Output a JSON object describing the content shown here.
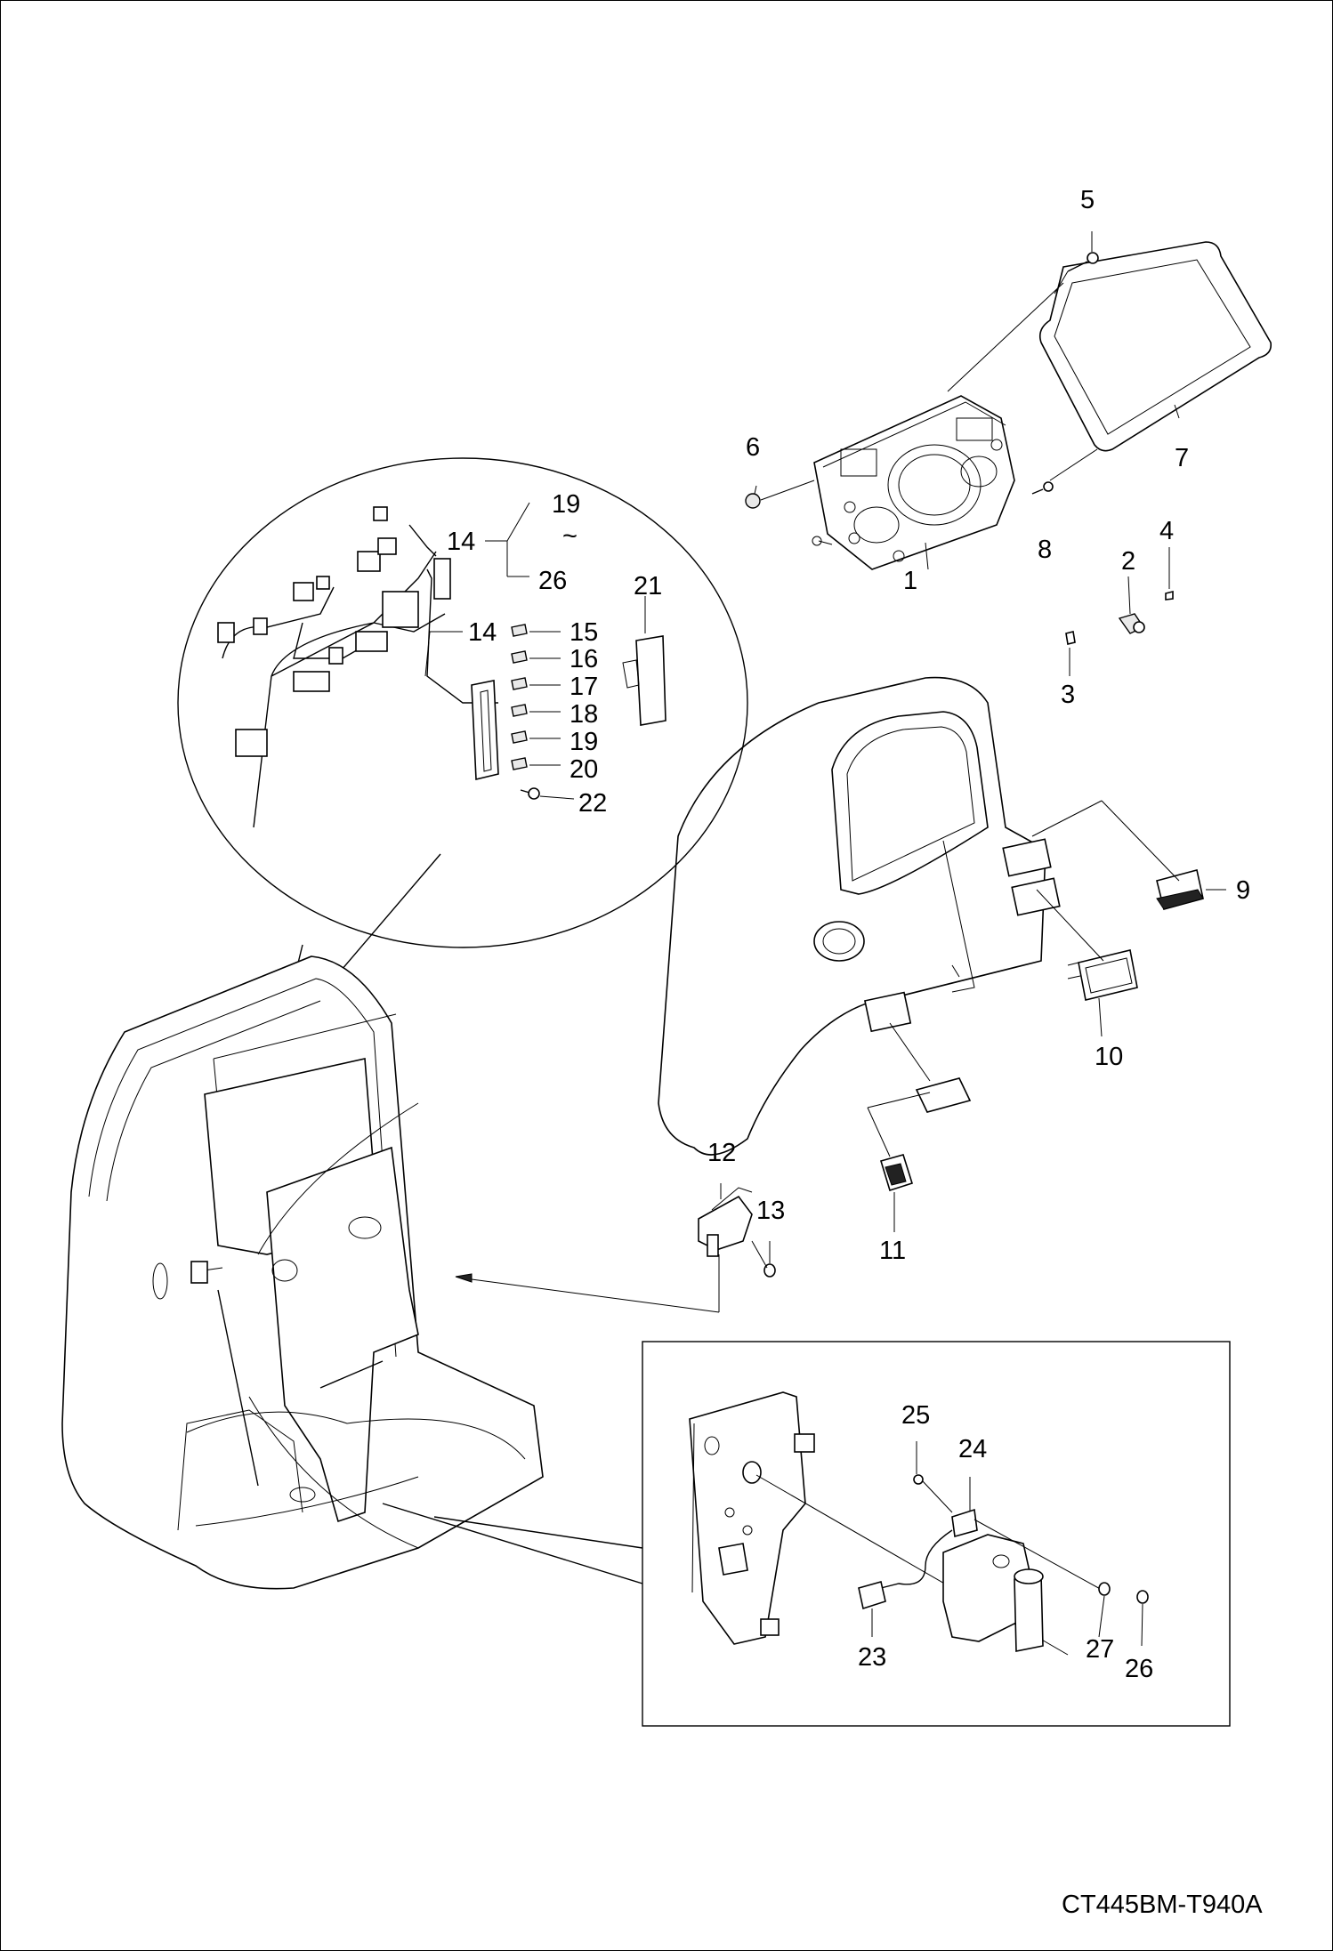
{
  "drawing_code": "CT445BM-T940A",
  "callouts": {
    "c1": "1",
    "c2": "2",
    "c3": "3",
    "c4": "4",
    "c5": "5",
    "c6": "6",
    "c7": "7",
    "c8": "8",
    "c9": "9",
    "c10": "10",
    "c11": "11",
    "c12": "12",
    "c13": "13",
    "c14a": "14",
    "c14b": "14",
    "c15": "15",
    "c16": "16",
    "c17": "17",
    "c18": "18",
    "c19a": "19",
    "c19b": "19",
    "c20": "20",
    "c21": "21",
    "c22": "22",
    "c23": "23",
    "c24": "24",
    "c25": "25",
    "c26a": "26",
    "c26b": "26",
    "c27": "27",
    "tilde": "~"
  }
}
